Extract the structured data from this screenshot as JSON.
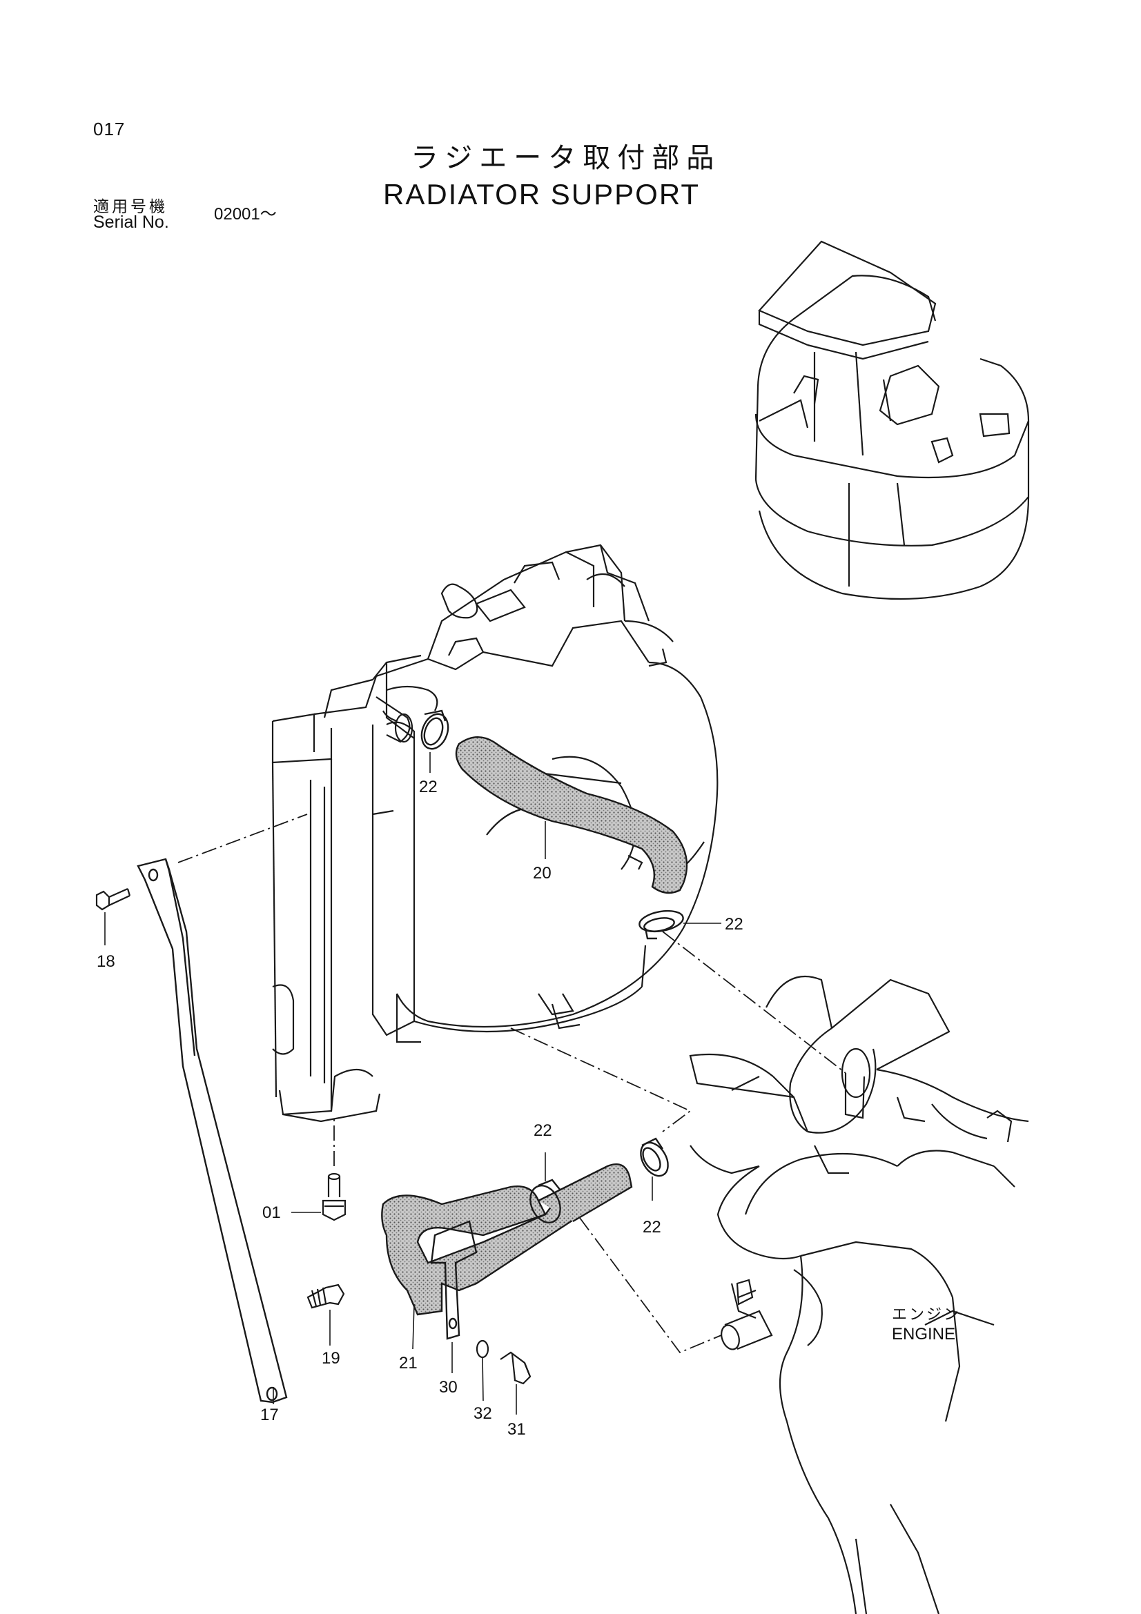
{
  "header": {
    "page_number": "017",
    "title_jp": "ラジエータ取付部品",
    "title_en": "RADIATOR SUPPORT",
    "serial_label_jp": "適用号機",
    "serial_label_en": "Serial No.",
    "serial_value": "02001～"
  },
  "engine_label": {
    "jp": "エンジン",
    "en": "ENGINE"
  },
  "callouts": {
    "c01": "01",
    "c17": "17",
    "c18": "18",
    "c19": "19",
    "c20": "20",
    "c21": "21",
    "c22a": "22",
    "c22b": "22",
    "c22c": "22",
    "c22d": "22",
    "c30": "30",
    "c31": "31",
    "c32": "32"
  },
  "colors": {
    "line": "#1a1a1a",
    "hose_fill": "#9a9a9a"
  }
}
